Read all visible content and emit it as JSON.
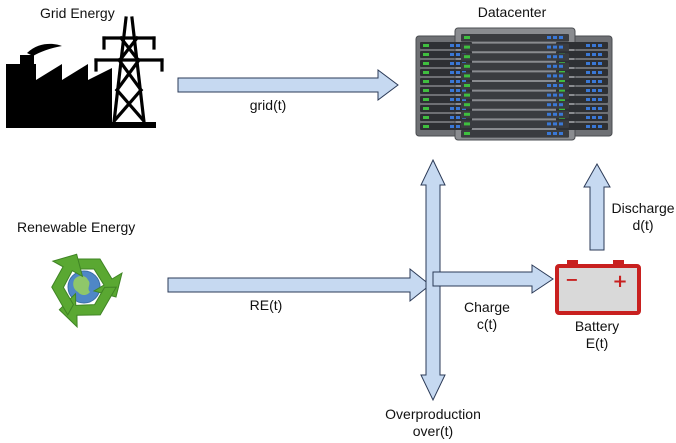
{
  "nodes": {
    "grid": {
      "label": "Grid Energy",
      "icon": "factory-power-tower-icon"
    },
    "datacenter": {
      "label": "Datacenter",
      "icon": "server-rack-icon"
    },
    "renewable": {
      "label": "Renewable Energy",
      "icon": "recycle-globe-icon"
    },
    "battery": {
      "label": "Battery",
      "sublabel": "E(t)",
      "icon": "battery-icon",
      "minus": "−",
      "plus": "+"
    }
  },
  "flows": {
    "grid": "grid(t)",
    "re": "RE(t)",
    "charge": [
      "Charge",
      "c(t)"
    ],
    "discharge": [
      "Discharge",
      "d(t)"
    ],
    "overproduction": [
      "Overproduction",
      "over(t)"
    ]
  },
  "colors": {
    "arrow_fill": "#c6d9f1",
    "arrow_stroke": "#2b3a57",
    "battery_red": "#c8201f",
    "recycle_green": "#5aa832",
    "icon_black": "#000000",
    "server_gray": "#7d7f83",
    "led_green": "#3fbf3f",
    "led_blue": "#3a78d6"
  }
}
